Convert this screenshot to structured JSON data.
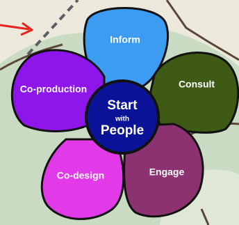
{
  "colors": {
    "background_green": "#c9dcc3",
    "background_cream": "#ece9dc",
    "background_lower": "#dfe7d6",
    "road_line": "#5b4636",
    "dashed_line": "#5a5f66",
    "arrow": "#e8221c",
    "outline": "#111111"
  },
  "petals": [
    {
      "id": "inform",
      "label": "Inform",
      "color": "#3b9cf2"
    },
    {
      "id": "consult",
      "label": "Consult",
      "color": "#3f5a14"
    },
    {
      "id": "engage",
      "label": "Engage",
      "color": "#8c3270"
    },
    {
      "id": "co-design",
      "label": "Co-design",
      "color": "#e23ae8"
    },
    {
      "id": "co-production",
      "label": "Co-production",
      "color": "#8e16ea"
    }
  ],
  "centre": {
    "line1": "Start",
    "line2": "with",
    "line3": "People",
    "color": "#0b1498"
  }
}
